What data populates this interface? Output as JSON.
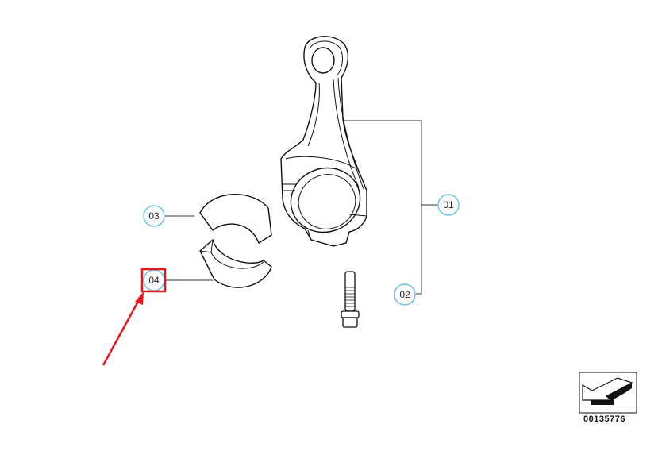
{
  "diagram": {
    "callouts": [
      {
        "id": "01",
        "label": "01",
        "part": "connecting-rod"
      },
      {
        "id": "02",
        "label": "02",
        "part": "bolt"
      },
      {
        "id": "03",
        "label": "03",
        "part": "upper-bearing-shell"
      },
      {
        "id": "04",
        "label": "04",
        "part": "lower-bearing-shell"
      }
    ],
    "highlighted_callout": "04",
    "part_number": "00135776",
    "colors": {
      "callout_ring": "#6cc3e6",
      "highlight": "#e8141b",
      "line": "#333333"
    }
  }
}
